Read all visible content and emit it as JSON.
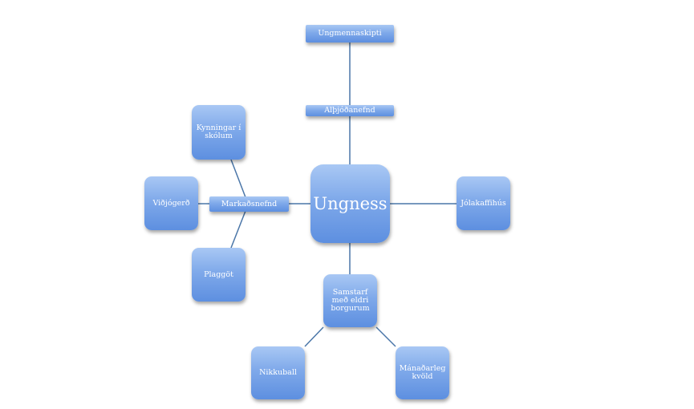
{
  "diagram": {
    "center": "Ungness",
    "branches": {
      "international": "Alþjóðanefnd",
      "exchange": "Ungmennaskipti",
      "marketing": "Markaðsnefnd",
      "school_promo": "Kynningar í skólum",
      "repair": "Viðjógerð",
      "posters": "Plaggöt",
      "christmas_cafe": "Jólakaffihús",
      "elders": "Samstarf með eldri borgurum",
      "dance": "Nikkuball",
      "monthly": "Mánaðarleg kvöld"
    }
  },
  "colors": {
    "node_top": "#a9c8f4",
    "node_bottom": "#5d8fe0",
    "connector": "#4a76a8",
    "text": "#ffffff"
  }
}
